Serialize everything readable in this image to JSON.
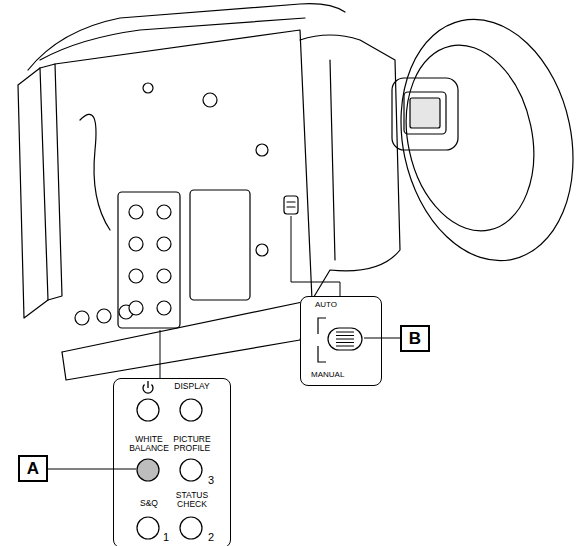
{
  "diagram": {
    "nodes": [
      {
        "text": [
          "DISPLAY",
          "WHITE BALANCE",
          "PICTURE PROFILE",
          "3",
          "S&Q",
          "STATUS CHECK",
          "1",
          "2"
        ]
      },
      {
        "text": [
          "AUTO",
          "MANUAL"
        ]
      },
      {
        "text": [
          "A"
        ]
      },
      {
        "text": [
          "B"
        ]
      }
    ]
  }
}
